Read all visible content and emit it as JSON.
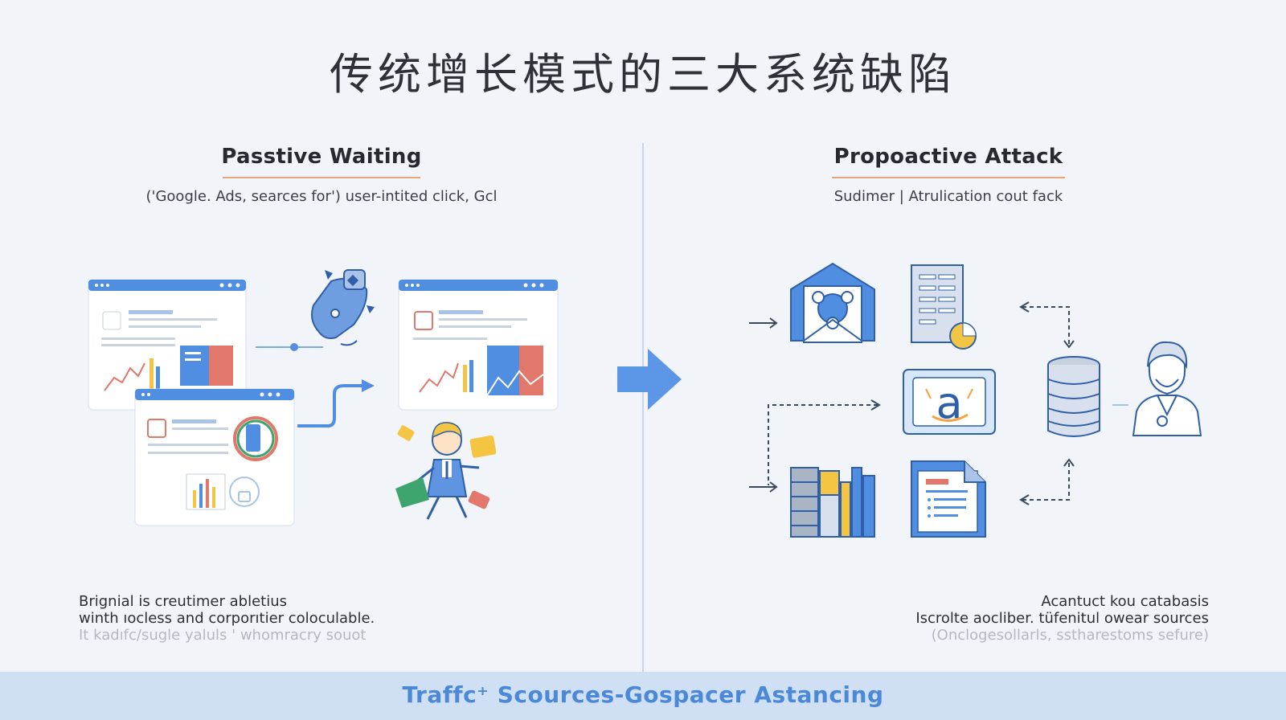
{
  "title": "传统增长模式的三大系统缺陷",
  "left": {
    "heading": "Passtive Waiting",
    "subheading": "('Google. Ads, searces for') user-intited click, Gcl",
    "footer": [
      "Brignial is creutimer abletius",
      "winth ıocless and corporıtier coloculable.",
      "It kadıfc/sugle yaluls ' whomracry souot"
    ]
  },
  "right": {
    "heading": "Propoactive Attack",
    "subheading": "Sudimer | Atrulication cout fack",
    "footer": [
      "Acantuct kou catabasis",
      "Iscrolte aocliber. tüfenitul owear sources",
      "(Onclogesollarls, sstharestoms sefure)"
    ]
  },
  "band_text": "Traffc⁺ Scources-Gospacer Astancing",
  "icons": {
    "left": [
      "browser-window-icon",
      "browser-window-icon",
      "browser-window-icon",
      "location-pin-icon",
      "person-walking-icon"
    ],
    "right": [
      "mail-network-icon",
      "document-list-icon",
      "amazon-logo-icon",
      "database-icon",
      "user-avatar-icon",
      "server-stack-icon",
      "report-document-icon"
    ],
    "center": "right-arrow-icon"
  },
  "colors": {
    "background": "#f1f5fa",
    "accent_blue": "#4b88d8",
    "accent_orange": "#e8a474",
    "band": "#cfe0f5",
    "red": "#e2776b",
    "yellow": "#f4c542"
  }
}
